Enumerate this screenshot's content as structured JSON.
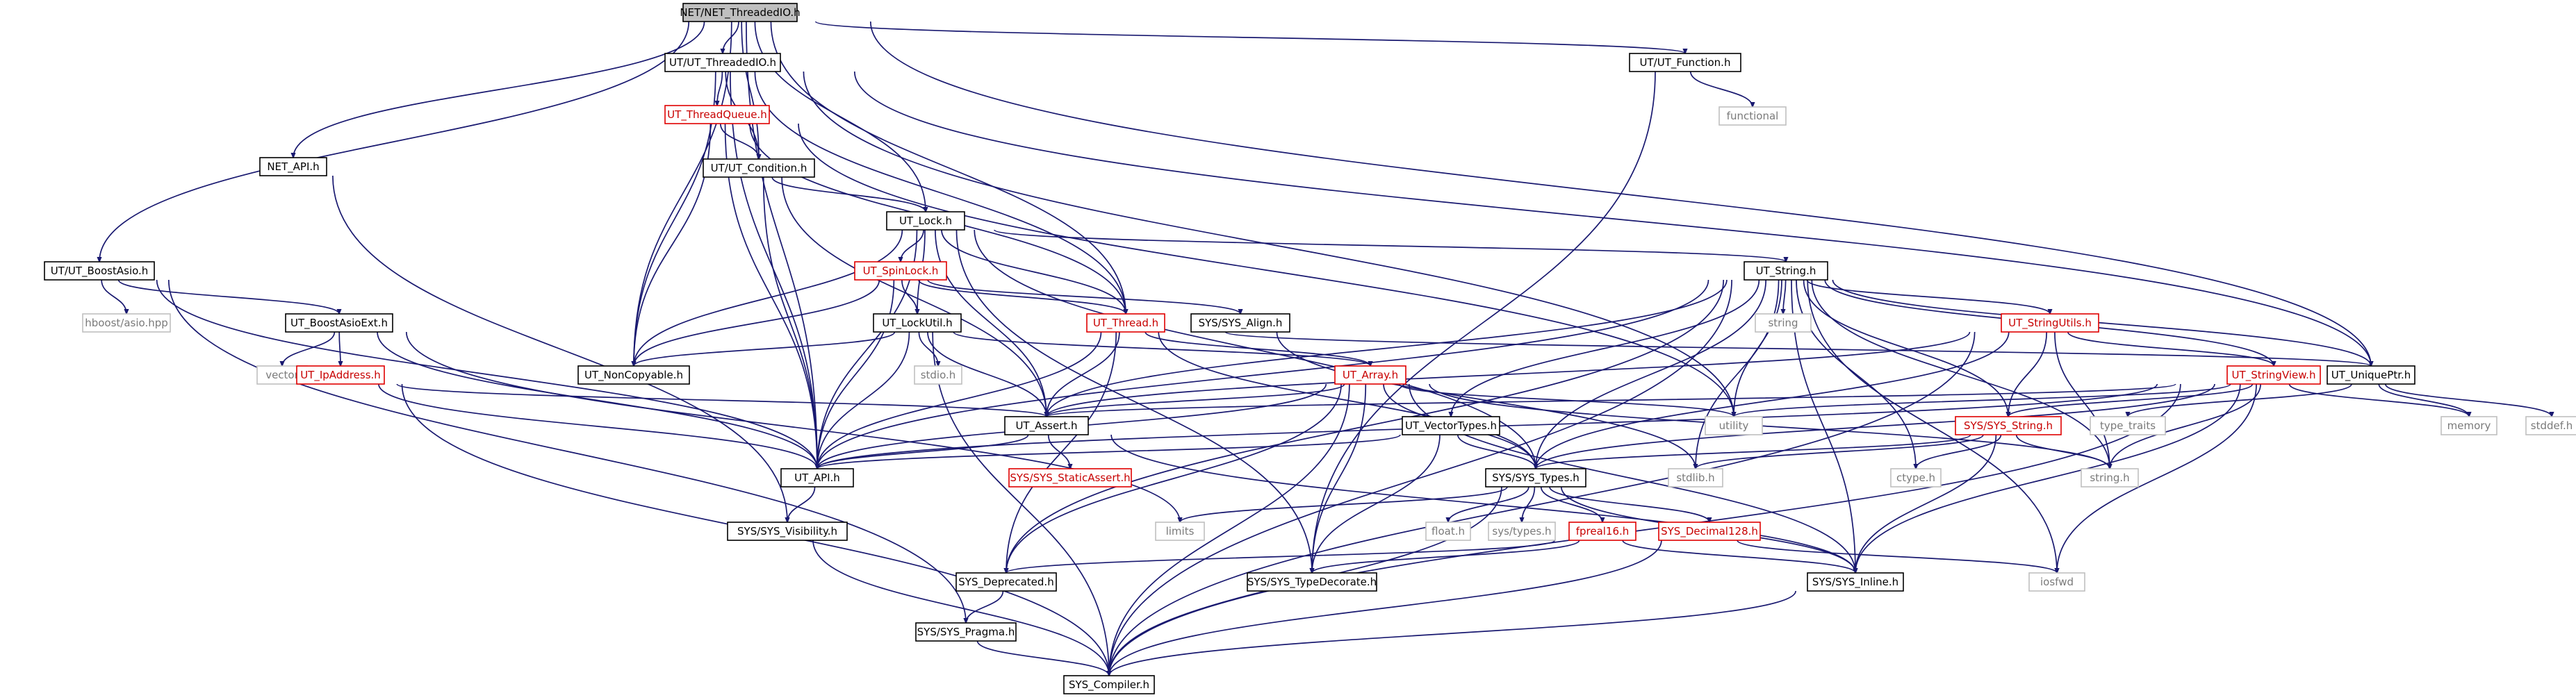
{
  "diagram": {
    "colors": {
      "edge": "#191970",
      "box_border": "#000000",
      "red_border": "#e00000",
      "system_border": "#bfbfbf",
      "root_fill": "#bfbfbf"
    },
    "nodes": [
      {
        "id": "root",
        "label": "NET/NET_ThreadedIO.h",
        "kind": "root"
      },
      {
        "id": "ut_threadedio",
        "label": "UT/UT_ThreadedIO.h",
        "kind": "normal"
      },
      {
        "id": "ut_function",
        "label": "UT/UT_Function.h",
        "kind": "normal"
      },
      {
        "id": "functional",
        "label": "functional",
        "kind": "system"
      },
      {
        "id": "ut_threadqueue",
        "label": "UT_ThreadQueue.h",
        "kind": "red"
      },
      {
        "id": "net_api",
        "label": "NET_API.h",
        "kind": "normal"
      },
      {
        "id": "ut_condition",
        "label": "UT/UT_Condition.h",
        "kind": "normal"
      },
      {
        "id": "ut_lock",
        "label": "UT_Lock.h",
        "kind": "normal"
      },
      {
        "id": "ut_boostasio",
        "label": "UT/UT_BoostAsio.h",
        "kind": "normal"
      },
      {
        "id": "ut_spinlock",
        "label": "UT_SpinLock.h",
        "kind": "red"
      },
      {
        "id": "ut_string",
        "label": "UT_String.h",
        "kind": "normal"
      },
      {
        "id": "hboost",
        "label": "hboost/asio.hpp",
        "kind": "system"
      },
      {
        "id": "ut_boostasioext",
        "label": "UT_BoostAsioExt.h",
        "kind": "normal"
      },
      {
        "id": "ut_lockutil",
        "label": "UT_LockUtil.h",
        "kind": "normal"
      },
      {
        "id": "ut_thread",
        "label": "UT_Thread.h",
        "kind": "red"
      },
      {
        "id": "sys_align",
        "label": "SYS/SYS_Align.h",
        "kind": "normal"
      },
      {
        "id": "string",
        "label": "string",
        "kind": "system"
      },
      {
        "id": "ut_stringutils",
        "label": "UT_StringUtils.h",
        "kind": "red"
      },
      {
        "id": "vector",
        "label": "vector",
        "kind": "system"
      },
      {
        "id": "ut_ipaddress",
        "label": "UT_IpAddress.h",
        "kind": "red"
      },
      {
        "id": "ut_noncopyable",
        "label": "UT_NonCopyable.h",
        "kind": "normal"
      },
      {
        "id": "stdio",
        "label": "stdio.h",
        "kind": "system"
      },
      {
        "id": "ut_array",
        "label": "UT_Array.h",
        "kind": "red"
      },
      {
        "id": "ut_stringview",
        "label": "UT_StringView.h",
        "kind": "red"
      },
      {
        "id": "ut_uniqueptr",
        "label": "UT_UniquePtr.h",
        "kind": "normal"
      },
      {
        "id": "utility",
        "label": "utility",
        "kind": "system"
      },
      {
        "id": "type_traits",
        "label": "type_traits",
        "kind": "system"
      },
      {
        "id": "memory",
        "label": "memory",
        "kind": "system"
      },
      {
        "id": "stddef",
        "label": "stddef.h",
        "kind": "system"
      },
      {
        "id": "ut_assert",
        "label": "UT_Assert.h",
        "kind": "normal"
      },
      {
        "id": "ut_vectortypes",
        "label": "UT_VectorTypes.h",
        "kind": "normal"
      },
      {
        "id": "sys_string",
        "label": "SYS/SYS_String.h",
        "kind": "red"
      },
      {
        "id": "ut_api",
        "label": "UT_API.h",
        "kind": "normal"
      },
      {
        "id": "sys_staticassert",
        "label": "SYS/SYS_StaticAssert.h",
        "kind": "red"
      },
      {
        "id": "sys_types",
        "label": "SYS/SYS_Types.h",
        "kind": "normal"
      },
      {
        "id": "stdlib",
        "label": "stdlib.h",
        "kind": "system"
      },
      {
        "id": "ctype",
        "label": "ctype.h",
        "kind": "system"
      },
      {
        "id": "string_h",
        "label": "string.h",
        "kind": "system"
      },
      {
        "id": "sys_visibility",
        "label": "SYS/SYS_Visibility.h",
        "kind": "normal"
      },
      {
        "id": "limits",
        "label": "limits",
        "kind": "system"
      },
      {
        "id": "float",
        "label": "float.h",
        "kind": "system"
      },
      {
        "id": "sys_types_h",
        "label": "sys/types.h",
        "kind": "system"
      },
      {
        "id": "fpreal16",
        "label": "fpreal16.h",
        "kind": "red"
      },
      {
        "id": "sys_decimal128",
        "label": "SYS_Decimal128.h",
        "kind": "red"
      },
      {
        "id": "sys_deprecated",
        "label": "SYS_Deprecated.h",
        "kind": "normal"
      },
      {
        "id": "sys_typedecorate",
        "label": "SYS/SYS_TypeDecorate.h",
        "kind": "normal"
      },
      {
        "id": "sys_inline",
        "label": "SYS/SYS_Inline.h",
        "kind": "normal"
      },
      {
        "id": "iosfwd",
        "label": "iosfwd",
        "kind": "system"
      },
      {
        "id": "sys_pragma",
        "label": "SYS/SYS_Pragma.h",
        "kind": "normal"
      },
      {
        "id": "sys_compiler",
        "label": "SYS_Compiler.h",
        "kind": "normal"
      }
    ],
    "edges": [
      [
        "root",
        "ut_threadedio"
      ],
      [
        "root",
        "ut_function"
      ],
      [
        "root",
        "net_api"
      ],
      [
        "root",
        "ut_condition"
      ],
      [
        "root",
        "ut_lock"
      ],
      [
        "root",
        "ut_boostasio"
      ],
      [
        "root",
        "ut_noncopyable"
      ],
      [
        "root",
        "ut_thread"
      ],
      [
        "root",
        "ut_uniqueptr"
      ],
      [
        "root",
        "ut_api"
      ],
      [
        "ut_threadedio",
        "ut_threadqueue"
      ],
      [
        "ut_threadedio",
        "ut_condition"
      ],
      [
        "ut_threadedio",
        "ut_noncopyable"
      ],
      [
        "ut_threadedio",
        "ut_api"
      ],
      [
        "ut_threadedio",
        "ut_thread"
      ],
      [
        "ut_threadedio",
        "ut_uniqueptr"
      ],
      [
        "ut_threadedio",
        "utility"
      ],
      [
        "ut_function",
        "functional"
      ],
      [
        "ut_function",
        "sys_typedecorate"
      ],
      [
        "ut_threadqueue",
        "ut_condition"
      ],
      [
        "ut_threadqueue",
        "ut_noncopyable"
      ],
      [
        "ut_threadqueue",
        "ut_api"
      ],
      [
        "ut_threadqueue",
        "ut_thread"
      ],
      [
        "ut_threadqueue",
        "utility"
      ],
      [
        "net_api",
        "sys_visibility"
      ],
      [
        "ut_condition",
        "ut_lock"
      ],
      [
        "ut_condition",
        "ut_api"
      ],
      [
        "ut_condition",
        "ut_assert"
      ],
      [
        "ut_lock",
        "ut_spinlock"
      ],
      [
        "ut_lock",
        "ut_lockutil"
      ],
      [
        "ut_lock",
        "ut_string"
      ],
      [
        "ut_lock",
        "ut_thread"
      ],
      [
        "ut_lock",
        "ut_noncopyable"
      ],
      [
        "ut_lock",
        "ut_api"
      ],
      [
        "ut_lock",
        "ut_assert"
      ],
      [
        "ut_lock",
        "sys_types"
      ],
      [
        "ut_lock",
        "sys_typedecorate"
      ],
      [
        "ut_boostasio",
        "hboost"
      ],
      [
        "ut_boostasio",
        "ut_boostasioext"
      ],
      [
        "ut_boostasio",
        "ut_api"
      ],
      [
        "ut_boostasio",
        "sys_pragma"
      ],
      [
        "ut_spinlock",
        "ut_lockutil"
      ],
      [
        "ut_spinlock",
        "ut_thread"
      ],
      [
        "ut_spinlock",
        "ut_noncopyable"
      ],
      [
        "ut_spinlock",
        "ut_api"
      ],
      [
        "ut_spinlock",
        "sys_align"
      ],
      [
        "ut_string",
        "ut_stringutils"
      ],
      [
        "ut_string",
        "ut_stringview"
      ],
      [
        "ut_string",
        "ut_uniqueptr"
      ],
      [
        "ut_string",
        "ut_vectortypes"
      ],
      [
        "ut_string",
        "sys_string"
      ],
      [
        "ut_string",
        "sys_types"
      ],
      [
        "ut_string",
        "ut_assert"
      ],
      [
        "ut_string",
        "ut_api"
      ],
      [
        "ut_string",
        "string"
      ],
      [
        "ut_string",
        "utility"
      ],
      [
        "ut_string",
        "stdlib"
      ],
      [
        "ut_string",
        "ctype"
      ],
      [
        "ut_string",
        "string_h"
      ],
      [
        "ut_string",
        "sys_inline"
      ],
      [
        "ut_string",
        "iosfwd"
      ],
      [
        "ut_string",
        "sys_compiler"
      ],
      [
        "ut_string",
        "sys_deprecated"
      ],
      [
        "ut_boostasioext",
        "vector"
      ],
      [
        "ut_boostasioext",
        "ut_ipaddress"
      ],
      [
        "ut_boostasioext",
        "ut_api"
      ],
      [
        "ut_boostasioext",
        "limits"
      ],
      [
        "ut_lockutil",
        "stdio"
      ],
      [
        "ut_lockutil",
        "ut_array"
      ],
      [
        "ut_lockutil",
        "ut_assert"
      ],
      [
        "ut_lockutil",
        "ut_noncopyable"
      ],
      [
        "ut_lockutil",
        "ut_api"
      ],
      [
        "ut_lockutil",
        "sys_compiler"
      ],
      [
        "ut_thread",
        "ut_array"
      ],
      [
        "ut_thread",
        "ut_assert"
      ],
      [
        "ut_thread",
        "ut_api"
      ],
      [
        "ut_thread",
        "sys_types"
      ],
      [
        "ut_thread",
        "sys_deprecated"
      ],
      [
        "ut_thread",
        "ut_uniqueptr"
      ],
      [
        "sys_align",
        "stdlib"
      ],
      [
        "ut_stringutils",
        "sys_string"
      ],
      [
        "ut_stringutils",
        "ut_stringview"
      ],
      [
        "ut_stringutils",
        "ut_assert"
      ],
      [
        "ut_stringutils",
        "sys_types"
      ],
      [
        "ut_stringutils",
        "string_h"
      ],
      [
        "ut_stringutils",
        "sys_compiler"
      ],
      [
        "ut_ipaddress",
        "ut_assert"
      ],
      [
        "ut_ipaddress",
        "ut_api"
      ],
      [
        "ut_ipaddress",
        "sys_compiler"
      ],
      [
        "ut_array",
        "ut_assert"
      ],
      [
        "ut_array",
        "ut_api"
      ],
      [
        "ut_array",
        "sys_types"
      ],
      [
        "ut_array",
        "utility"
      ],
      [
        "ut_array",
        "string_h"
      ],
      [
        "ut_array",
        "sys_typedecorate"
      ],
      [
        "ut_array",
        "sys_deprecated"
      ],
      [
        "ut_array",
        "sys_compiler"
      ],
      [
        "ut_array",
        "sys_inline"
      ],
      [
        "ut_stringview",
        "sys_string"
      ],
      [
        "ut_stringview",
        "ut_assert"
      ],
      [
        "ut_stringview",
        "ut_api"
      ],
      [
        "ut_stringview",
        "sys_types"
      ],
      [
        "ut_stringview",
        "string_h"
      ],
      [
        "ut_stringview",
        "sys_inline"
      ],
      [
        "ut_stringview",
        "iosfwd"
      ],
      [
        "ut_stringview",
        "sys_compiler"
      ],
      [
        "ut_stringview",
        "utility"
      ],
      [
        "ut_stringview",
        "memory"
      ],
      [
        "ut_uniqueptr",
        "type_traits"
      ],
      [
        "ut_uniqueptr",
        "memory"
      ],
      [
        "ut_uniqueptr",
        "stddef"
      ],
      [
        "ut_assert",
        "sys_staticassert"
      ],
      [
        "ut_assert",
        "ut_api"
      ],
      [
        "ut_assert",
        "sys_inline"
      ],
      [
        "ut_vectortypes",
        "sys_types"
      ],
      [
        "ut_vectortypes",
        "ut_api"
      ],
      [
        "ut_vectortypes",
        "sys_typedecorate"
      ],
      [
        "sys_string",
        "sys_types"
      ],
      [
        "sys_string",
        "ctype"
      ],
      [
        "sys_string",
        "string_h"
      ],
      [
        "sys_string",
        "stdlib"
      ],
      [
        "sys_string",
        "sys_inline"
      ],
      [
        "ut_api",
        "sys_visibility"
      ],
      [
        "sys_types",
        "limits"
      ],
      [
        "sys_types",
        "float"
      ],
      [
        "sys_types",
        "sys_types_h"
      ],
      [
        "sys_types",
        "fpreal16"
      ],
      [
        "sys_types",
        "sys_decimal128"
      ],
      [
        "sys_types",
        "sys_inline"
      ],
      [
        "sys_types",
        "sys_compiler"
      ],
      [
        "sys_visibility",
        "sys_compiler"
      ],
      [
        "fpreal16",
        "sys_deprecated"
      ],
      [
        "fpreal16",
        "sys_typedecorate"
      ],
      [
        "fpreal16",
        "sys_inline"
      ],
      [
        "sys_decimal128",
        "iosfwd"
      ],
      [
        "sys_decimal128",
        "sys_compiler"
      ],
      [
        "sys_deprecated",
        "sys_pragma"
      ],
      [
        "sys_inline",
        "sys_compiler"
      ],
      [
        "sys_pragma",
        "sys_compiler"
      ]
    ]
  }
}
